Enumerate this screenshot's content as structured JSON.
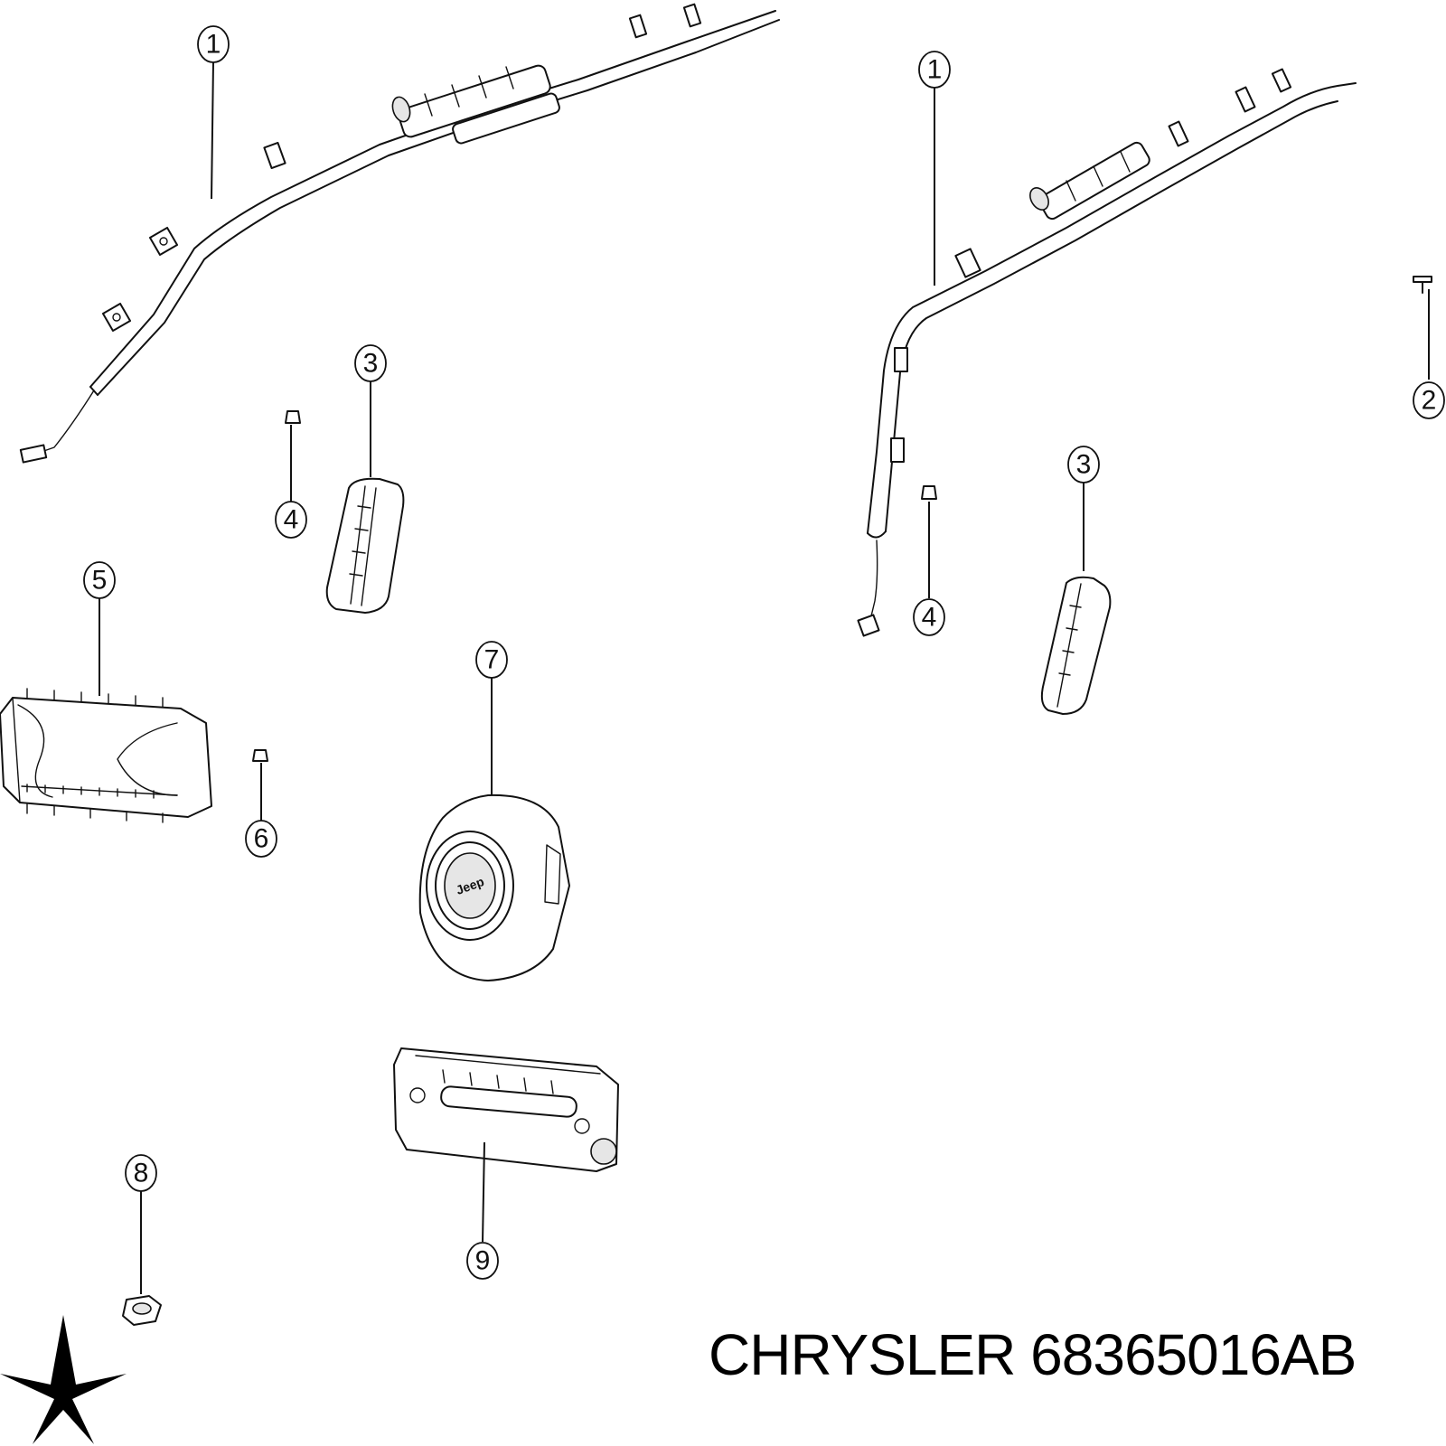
{
  "callouts": [
    "1",
    "1",
    "2",
    "3",
    "3",
    "4",
    "4",
    "5",
    "6",
    "7",
    "8",
    "9"
  ],
  "emblem_text": "Jeep",
  "footer": {
    "brand": "CHRYSLER",
    "part_number": "68365016AB"
  },
  "logo": {
    "icon": "chrysler-pentastar-icon",
    "color": "#000000"
  }
}
